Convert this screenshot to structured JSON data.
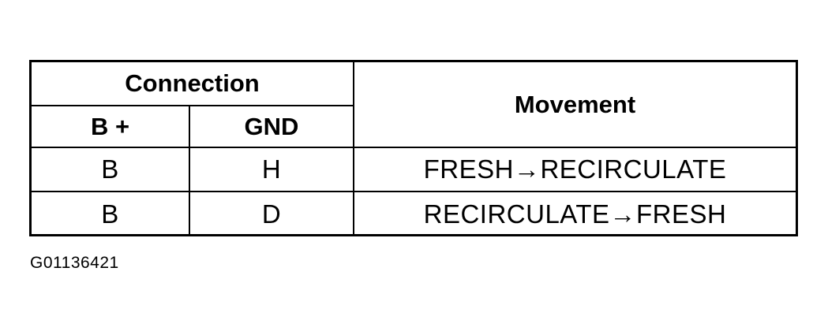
{
  "table": {
    "header": {
      "connection": "Connection",
      "movement": "Movement",
      "bplus": "B +",
      "gnd": "GND"
    },
    "rows": [
      {
        "bplus": "B",
        "gnd": "H",
        "movement": "FRESH→RECIRCULATE"
      },
      {
        "bplus": "B",
        "gnd": "D",
        "movement": "RECIRCULATE→FRESH"
      }
    ]
  },
  "figure_code": "G01136421"
}
